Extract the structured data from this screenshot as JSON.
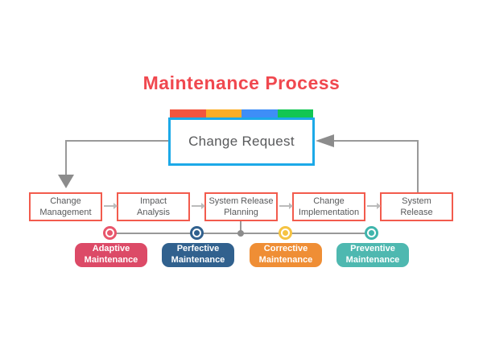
{
  "title": {
    "text": "Maintenance Process",
    "color": "#F0484F"
  },
  "change_request": {
    "label": "Change Request",
    "border_color": "#1CA9E8",
    "text_color": "#58595B",
    "bar_colors": [
      "#F2553F",
      "#FBAD26",
      "#3E8EF7",
      "#12C653"
    ]
  },
  "flow": {
    "border_color": "#F25B4D",
    "text_color": "#58595B",
    "connector_color": "#999999",
    "arrow_color": "#8C8C8C",
    "dash_color": "#BBBBBB",
    "steps": [
      {
        "label": "Change Management",
        "line1": "Change",
        "line2": "Management"
      },
      {
        "label": "Impact Analysis",
        "line1": "Impact",
        "line2": "Analysis"
      },
      {
        "label": "System Release Planning",
        "line1": "System Release",
        "line2": "Planning"
      },
      {
        "label": "Change Implementation",
        "line1": "Change",
        "line2": "Implementation"
      },
      {
        "label": "System Release",
        "line1": "System",
        "line2": "Release"
      }
    ]
  },
  "maintenance_types": [
    {
      "label": "Adaptive Maintenance",
      "line1": "Adaptive",
      "line2": "Maintenance",
      "color": "#DC4A67",
      "marker_color": "#E8566C"
    },
    {
      "label": "Perfective Maintenance",
      "line1": "Perfective",
      "line2": "Maintenance",
      "color": "#31618E",
      "marker_color": "#31618E"
    },
    {
      "label": "Corrective Maintenance",
      "line1": "Corrective",
      "line2": "Maintenance",
      "color": "#EF8E35",
      "marker_color": "#F5C342"
    },
    {
      "label": "Preventive Maintenance",
      "line1": "Preventive",
      "line2": "Maintenance",
      "color": "#4EB8B0",
      "marker_color": "#3FB5AC"
    }
  ]
}
